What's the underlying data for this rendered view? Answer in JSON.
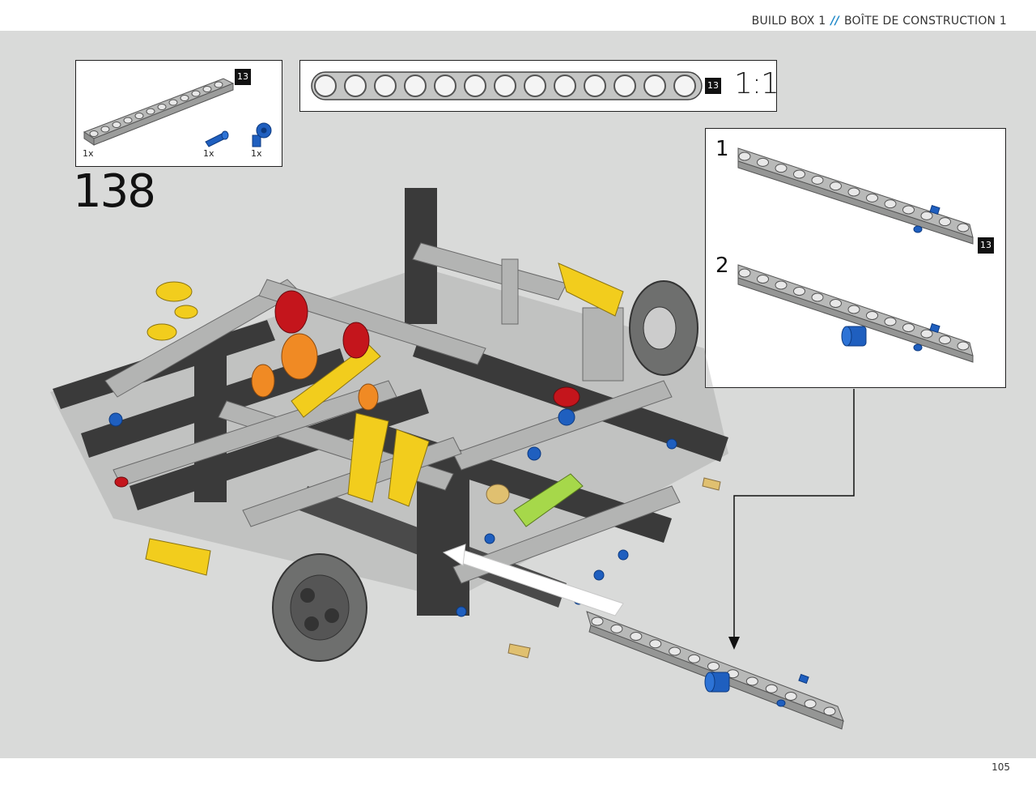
{
  "header": {
    "left_text": "BUILD BOX 1",
    "separator": "//",
    "right_text": "BOÎTE DE CONSTRUCTION 1"
  },
  "parts_list": {
    "items": [
      {
        "name": "13-hole beam",
        "qty": "1x",
        "length_badge": "13"
      },
      {
        "name": "blue axle pin",
        "qty": "1x"
      },
      {
        "name": "blue axle-pin connector",
        "qty": "1x"
      }
    ]
  },
  "ruler": {
    "holes": 13,
    "length_badge": "13",
    "scale_label": "1:1"
  },
  "step": {
    "number": "138"
  },
  "sub_steps": [
    {
      "number": "1",
      "length_badge": "13"
    },
    {
      "number": "2"
    }
  ],
  "footer": {
    "page_number": "105"
  },
  "colors": {
    "background": "#d9dad9",
    "beam_gray": "#b8b9b8",
    "dark_gray": "#3a3a3a",
    "blue": "#1f5fbf",
    "yellow": "#f2cd1d",
    "red": "#c4151c",
    "orange": "#f08a24",
    "lime": "#a6d84a",
    "accent": "#1e88c8"
  }
}
